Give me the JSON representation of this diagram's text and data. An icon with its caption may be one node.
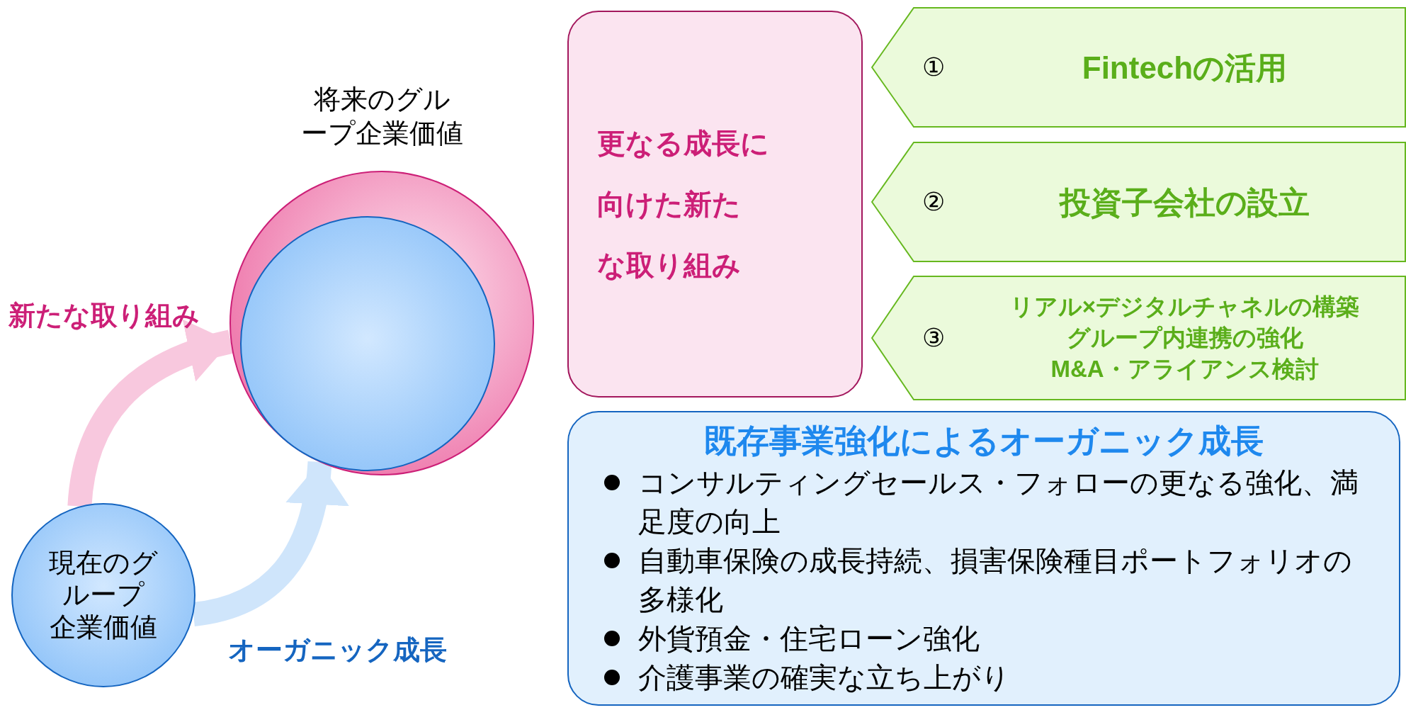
{
  "diagram": {
    "nodes": [
      {
        "text": [
          "現在のグループ企業価値"
        ]
      },
      {
        "text": [
          "将来のグループ企業価値"
        ]
      },
      {
        "text": [],
        "shape": "circle",
        "in": 1
      },
      {
        "text": [
          "更なる成長に向けた新たな取り組み"
        ]
      },
      {
        "text": [
          "①",
          "Fintechの活用"
        ]
      },
      {
        "text": [
          "②",
          "投資子会社の設立"
        ]
      },
      {
        "text": [
          "③",
          "リアル×デジタルチャネルの構築",
          "グループ内連携の強化",
          "M&A・アライアンス検討"
        ]
      },
      {
        "text": [
          "既存事業強化によるオーガニック成長",
          "コンサルティングセールス・フォローの更なる強化、満足度の向上",
          "自動車保険の成長持続、損害保険種目ポートフォリオの多様化",
          "外貨預金・住宅ローン強化",
          "介護事業の確実な立ち上がり"
        ]
      }
    ],
    "edges": [
      {
        "from": 0,
        "to": 1,
        "arrow": "to",
        "label": "新たな取り組み",
        "color": "#f8c8de"
      },
      {
        "from": 0,
        "to": 2,
        "arrow": "to",
        "label": "オーガニック成長",
        "color": "#cfe5fb"
      }
    ]
  }
}
